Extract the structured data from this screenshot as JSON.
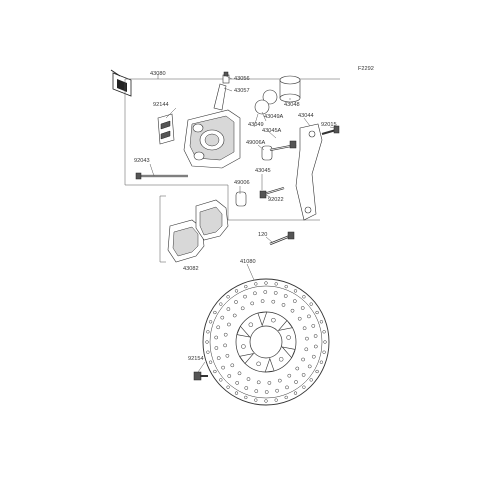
{
  "figure_code": "F2292",
  "callouts": {
    "assembly": "43080",
    "pad_spring": "92144",
    "bleeder_nut": "43056",
    "bleeder_cap": "43057",
    "piston": "43048",
    "seal_a": "43049A",
    "seal": "43049",
    "boot_a": "49006A",
    "pin_a": "43045A",
    "bracket": "43044",
    "bolt_bracket": "92015",
    "boot": "49006",
    "pin": "43045",
    "bolt_pad": "92043",
    "bolt_c": "92022",
    "pad_set": "43082",
    "bolt_120": "120",
    "disc": "41080",
    "bolt_disc": "92154"
  },
  "colors": {
    "line": "#333333",
    "shade": "#d8d8d8",
    "background": "#ffffff"
  }
}
